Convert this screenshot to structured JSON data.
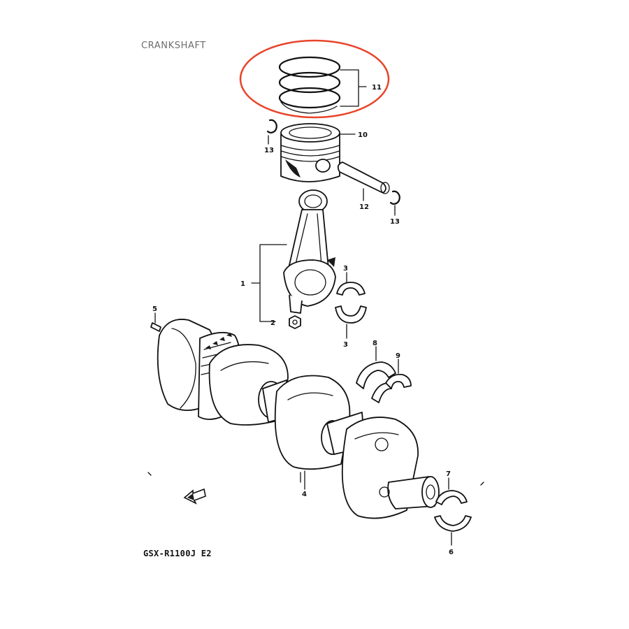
{
  "title": "CRANKSHAFT",
  "model_code": "GSX-R1100J E2",
  "highlight_color": "#e8452a",
  "callouts": {
    "c1": "1",
    "c2": "2",
    "c3a": "3",
    "c3b": "3",
    "c4": "4",
    "c5": "5",
    "c6": "6",
    "c7": "7",
    "c8": "8",
    "c9": "9",
    "c10": "10",
    "c11": "11",
    "c12": "12",
    "c13a": "13",
    "c13b": "13"
  }
}
